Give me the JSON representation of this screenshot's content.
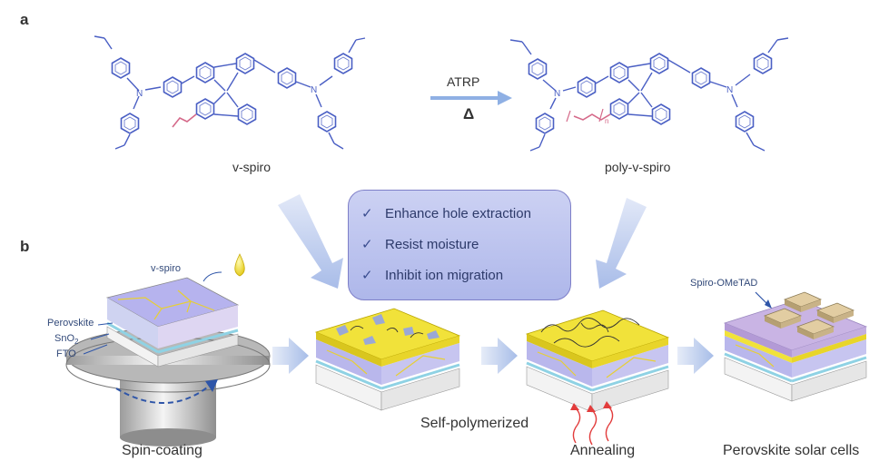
{
  "panels": {
    "a": "a",
    "b": "b"
  },
  "molecules": {
    "left_name": "v-spiro",
    "right_name": "poly-v-spiro",
    "reaction_top": "ATRP",
    "reaction_bottom": "Δ"
  },
  "benefits": [
    {
      "icon": "check-icon",
      "text": "Enhance hole extraction"
    },
    {
      "icon": "check-icon",
      "text": "Resist moisture"
    },
    {
      "icon": "check-icon",
      "text": "Inhibit ion migration"
    }
  ],
  "layers": {
    "vspiro": "v-spiro",
    "perovskite": "Perovskite",
    "sno2": "SnO",
    "sno2_sub": "2",
    "fto": "FTO",
    "spiro_ometad": "Spiro-OMeTAD"
  },
  "steps": {
    "spin": "Spin-coating",
    "selfpoly": "Self-polymerized",
    "anneal": "Annealing",
    "cells": "Perovskite solar cells"
  },
  "colors": {
    "molecule": "#4a5fc4",
    "vinyl": "#d56a8a",
    "perovskite": "#b6b3ee",
    "yellow": "#f3e33a",
    "arrow": "#a8bfe8",
    "heat": "#e23c3c"
  }
}
